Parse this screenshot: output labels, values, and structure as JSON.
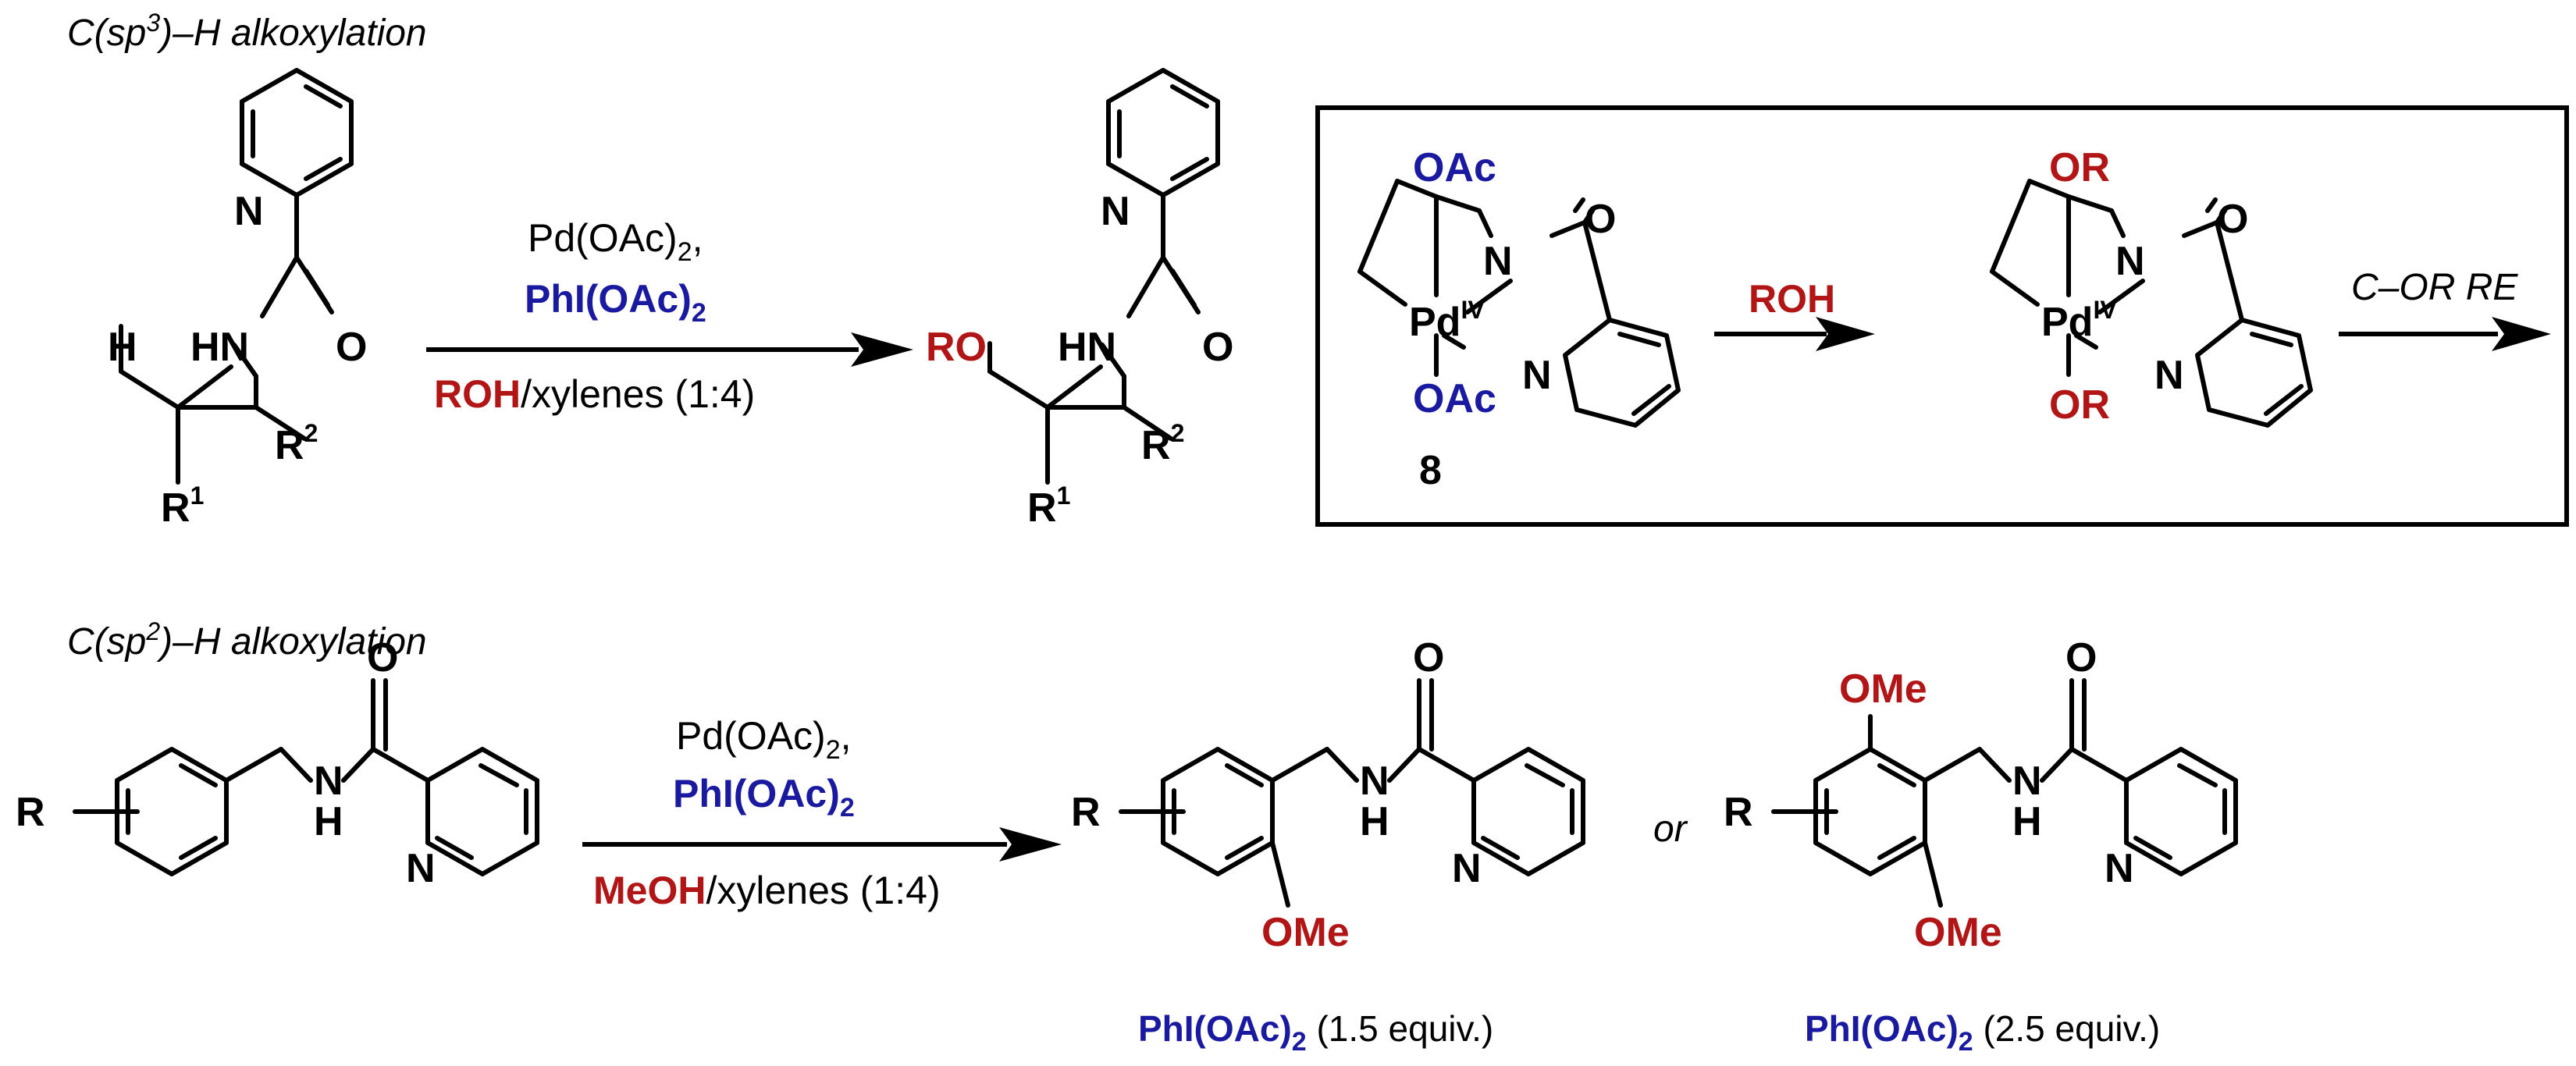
{
  "titles": {
    "sp3": {
      "prefix": "C(sp",
      "sup": "3",
      "suffix": ")–H alkoxylation"
    },
    "sp2": {
      "prefix": "C(sp",
      "sup": "2",
      "suffix": ")–H alkoxylation"
    }
  },
  "colors": {
    "red": "#b11515",
    "blue": "#1a1aa0",
    "black": "#000000"
  },
  "atoms": {
    "N": "N",
    "O": "O",
    "H": "H",
    "HN": "HN",
    "R": "R",
    "R1": {
      "base": "R",
      "sup": "1"
    },
    "R2": {
      "base": "R",
      "sup": "2"
    },
    "RO": "RO",
    "OAc": "OAc",
    "OR": "OR",
    "OMe": "OMe",
    "Pd": "Pd",
    "IV": "IV"
  },
  "reaction1": {
    "reagent_line1": {
      "text": "Pd(OAc)",
      "sub": "2",
      "tail": ","
    },
    "reagent_line2": {
      "text": "PhI(OAc)",
      "sub": "2"
    },
    "solvent": {
      "highlight": "ROH",
      "rest": "/xylenes (1:4)"
    }
  },
  "mechanism": {
    "complex_label": "8",
    "step1_label": "ROH",
    "step2_label": "C–OR RE"
  },
  "reaction2": {
    "reagent_line1": {
      "text": "Pd(OAc)",
      "sub": "2",
      "tail": ","
    },
    "reagent_line2": {
      "text": "PhI(OAc)",
      "sub": "2"
    },
    "solvent": {
      "highlight": "MeOH",
      "rest": "/xylenes (1:4)"
    },
    "or_text": "or",
    "product1_condition": {
      "reagent": "PhI(OAc)",
      "sub": "2",
      "amount": " (1.5 equiv.)"
    },
    "product2_condition": {
      "reagent": "PhI(OAc)",
      "sub": "2",
      "amount": " (2.5 equiv.)"
    }
  }
}
